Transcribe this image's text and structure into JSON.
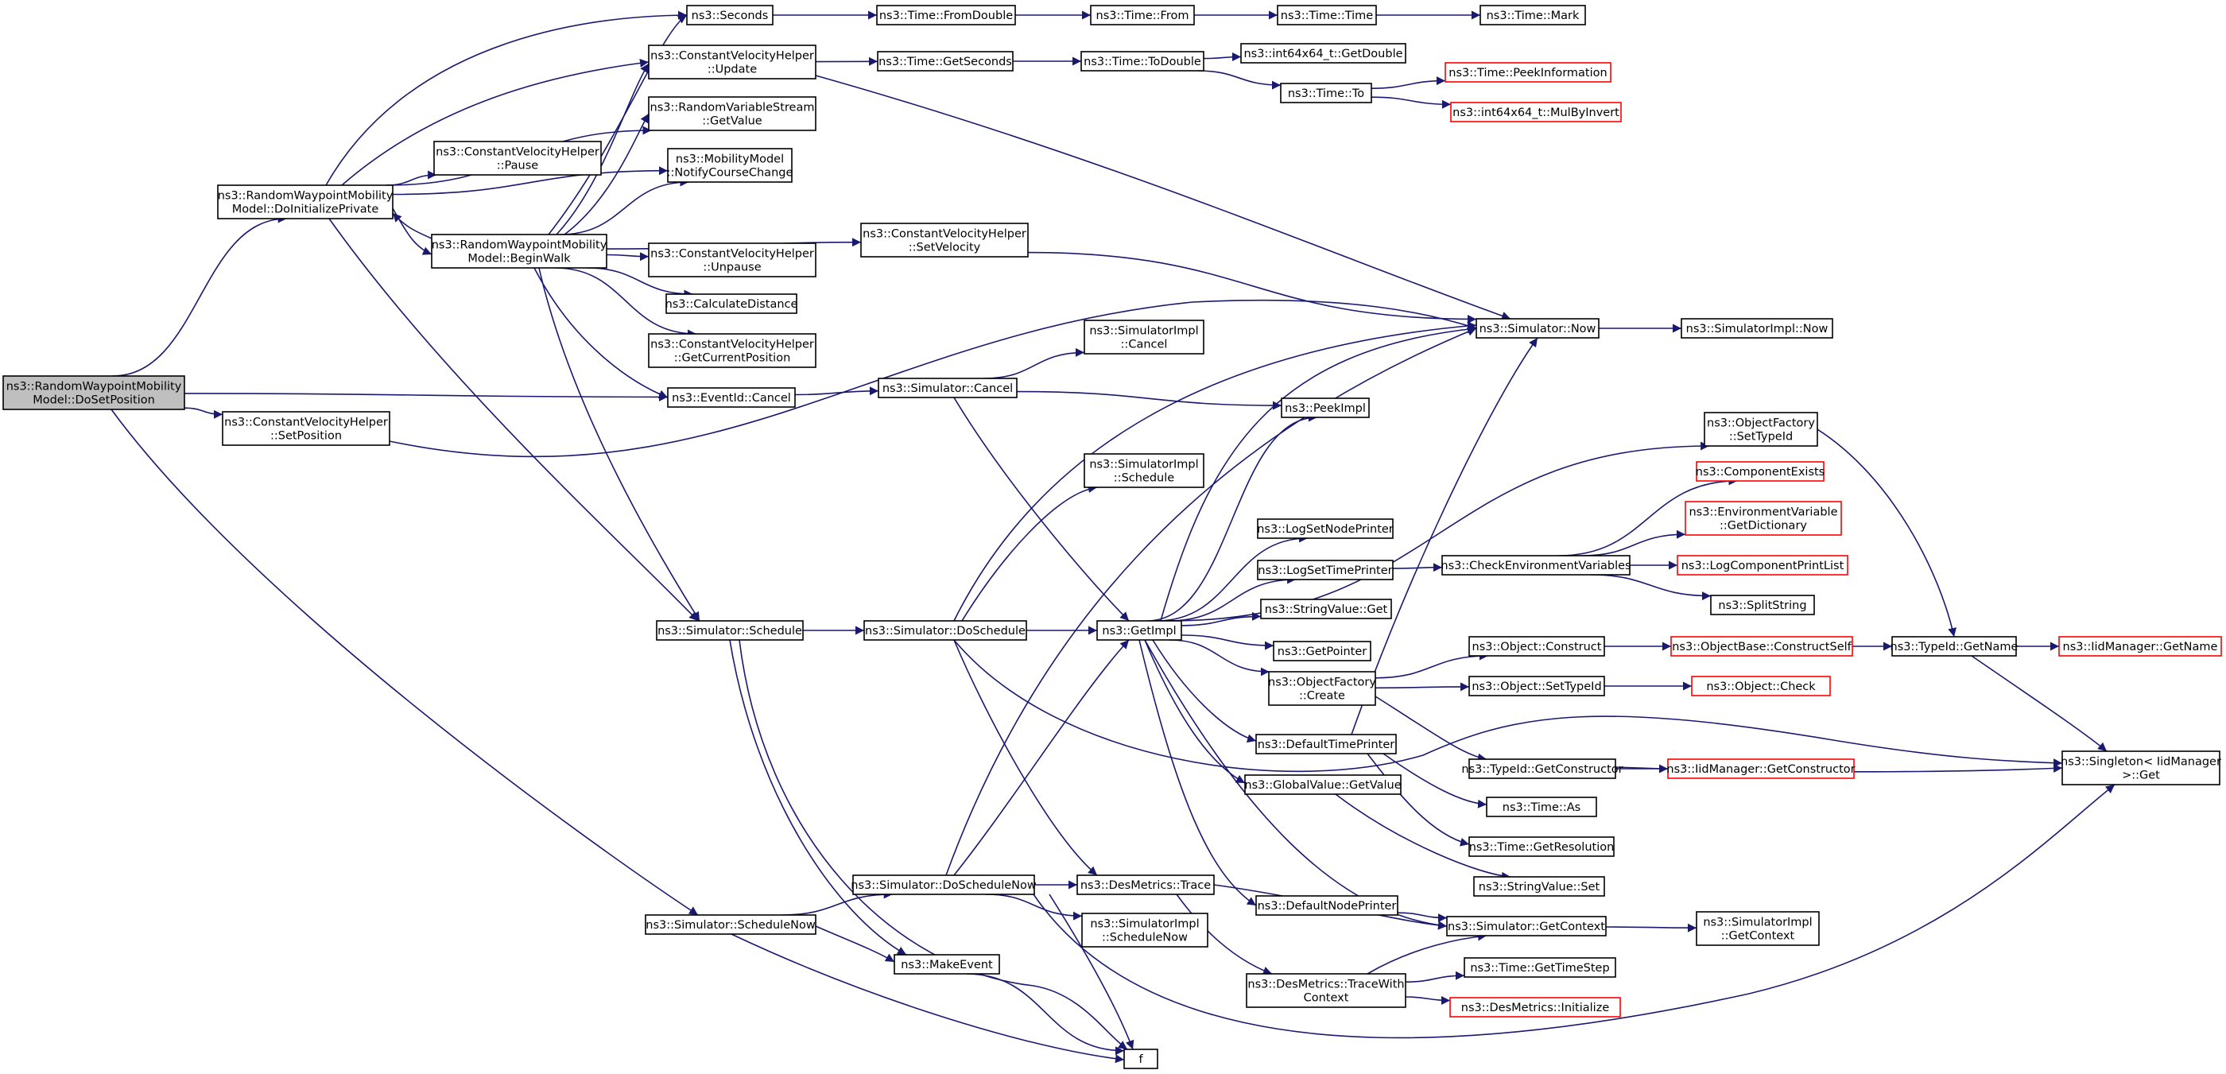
{
  "colors": {
    "edge": "#191970",
    "node_border": "#000000",
    "node_border_incomplete": "#ff0000",
    "root_fill": "#bfbfbf",
    "node_fill": "#ffffff"
  },
  "nodes": [
    {
      "id": "n0",
      "name": "node-randomwaypoint-dosetposition",
      "lines": [
        "ns3::RandomWaypointMobility",
        "Model::DoSetPosition"
      ],
      "root": true
    },
    {
      "id": "n1",
      "name": "node-randomwaypoint-doinitializeprivate",
      "lines": [
        "ns3::RandomWaypointMobility",
        "Model::DoInitializePrivate"
      ]
    },
    {
      "id": "n2",
      "name": "node-seconds",
      "lines": [
        "ns3::Seconds"
      ]
    },
    {
      "id": "n3",
      "name": "node-time-fromdouble",
      "lines": [
        "ns3::Time::FromDouble"
      ]
    },
    {
      "id": "n4",
      "name": "node-time-from",
      "lines": [
        "ns3::Time::From"
      ]
    },
    {
      "id": "n5",
      "name": "node-time-time",
      "lines": [
        "ns3::Time::Time"
      ]
    },
    {
      "id": "n6",
      "name": "node-time-mark",
      "lines": [
        "ns3::Time::Mark"
      ]
    },
    {
      "id": "n7",
      "name": "node-constantvelocityhelper-update",
      "lines": [
        "ns3::ConstantVelocityHelper",
        "::Update"
      ]
    },
    {
      "id": "n8",
      "name": "node-time-getseconds",
      "lines": [
        "ns3::Time::GetSeconds"
      ]
    },
    {
      "id": "n9",
      "name": "node-time-todouble",
      "lines": [
        "ns3::Time::ToDouble"
      ]
    },
    {
      "id": "n10",
      "name": "node-int64x64-getdouble",
      "lines": [
        "ns3::int64x64_t::GetDouble"
      ]
    },
    {
      "id": "n11",
      "name": "node-time-to",
      "lines": [
        "ns3::Time::To"
      ]
    },
    {
      "id": "n12",
      "name": "node-time-peekinformation",
      "lines": [
        "ns3::Time::PeekInformation"
      ],
      "red": true
    },
    {
      "id": "n13",
      "name": "node-int64x64-mulbyinvert",
      "lines": [
        "ns3::int64x64_t::MulByInvert"
      ],
      "red": true
    },
    {
      "id": "n14",
      "name": "node-randomvariablestream-getvalue",
      "lines": [
        "ns3::RandomVariableStream",
        "::GetValue"
      ]
    },
    {
      "id": "n15",
      "name": "node-constantvelocityhelper-pause",
      "lines": [
        "ns3::ConstantVelocityHelper",
        "::Pause"
      ]
    },
    {
      "id": "n16",
      "name": "node-mobilitymodel-notifycoursechange",
      "lines": [
        "ns3::MobilityModel",
        "::NotifyCourseChange"
      ]
    },
    {
      "id": "n17",
      "name": "node-randomwaypoint-beginwalk",
      "lines": [
        "ns3::RandomWaypointMobility",
        "Model::BeginWalk"
      ]
    },
    {
      "id": "n18",
      "name": "node-constantvelocityhelper-setvelocity",
      "lines": [
        "ns3::ConstantVelocityHelper",
        "::SetVelocity"
      ]
    },
    {
      "id": "n19",
      "name": "node-constantvelocityhelper-unpause",
      "lines": [
        "ns3::ConstantVelocityHelper",
        "::Unpause"
      ]
    },
    {
      "id": "n20",
      "name": "node-calculatedistance",
      "lines": [
        "ns3::CalculateDistance"
      ]
    },
    {
      "id": "n21",
      "name": "node-constantvelocityhelper-getcurrentposition",
      "lines": [
        "ns3::ConstantVelocityHelper",
        "::GetCurrentPosition"
      ]
    },
    {
      "id": "n22",
      "name": "node-simulator-now",
      "lines": [
        "ns3::Simulator::Now"
      ]
    },
    {
      "id": "n23",
      "name": "node-simulatorimpl-now",
      "lines": [
        "ns3::SimulatorImpl::Now"
      ]
    },
    {
      "id": "n24",
      "name": "node-simulatorimpl-cancel",
      "lines": [
        "ns3::SimulatorImpl",
        "::Cancel"
      ]
    },
    {
      "id": "n25",
      "name": "node-eventid-cancel",
      "lines": [
        "ns3::EventId::Cancel"
      ]
    },
    {
      "id": "n26",
      "name": "node-simulator-cancel",
      "lines": [
        "ns3::Simulator::Cancel"
      ]
    },
    {
      "id": "n27",
      "name": "node-peekimpl",
      "lines": [
        "ns3::PeekImpl"
      ]
    },
    {
      "id": "n28",
      "name": "node-constantvelocityhelper-setposition",
      "lines": [
        "ns3::ConstantVelocityHelper",
        "::SetPosition"
      ]
    },
    {
      "id": "n29",
      "name": "node-objectfactory-settypeid",
      "lines": [
        "ns3::ObjectFactory",
        "::SetTypeId"
      ]
    },
    {
      "id": "n30",
      "name": "node-simulatorimpl-schedule",
      "lines": [
        "ns3::SimulatorImpl",
        "::Schedule"
      ]
    },
    {
      "id": "n31",
      "name": "node-componentexists",
      "lines": [
        "ns3::ComponentExists"
      ],
      "red": true
    },
    {
      "id": "n32",
      "name": "node-environmentvariable-getdictionary",
      "lines": [
        "ns3::EnvironmentVariable",
        "::GetDictionary"
      ],
      "red": true
    },
    {
      "id": "n33",
      "name": "node-logsetnodeprinter",
      "lines": [
        "ns3::LogSetNodePrinter"
      ]
    },
    {
      "id": "n34",
      "name": "node-logsettimeprinter",
      "lines": [
        "ns3::LogSetTimePrinter"
      ]
    },
    {
      "id": "n35",
      "name": "node-checkenvironmentvariables",
      "lines": [
        "ns3::CheckEnvironmentVariables"
      ]
    },
    {
      "id": "n36",
      "name": "node-logcomponentprintlist",
      "lines": [
        "ns3::LogComponentPrintList"
      ],
      "red": true
    },
    {
      "id": "n37",
      "name": "node-stringvalue-get",
      "lines": [
        "ns3::StringValue::Get"
      ]
    },
    {
      "id": "n38",
      "name": "node-splitstring",
      "lines": [
        "ns3::SplitString"
      ]
    },
    {
      "id": "n39",
      "name": "node-simulator-schedule",
      "lines": [
        "ns3::Simulator::Schedule"
      ]
    },
    {
      "id": "n40",
      "name": "node-simulator-doschedule",
      "lines": [
        "ns3::Simulator::DoSchedule"
      ]
    },
    {
      "id": "n41",
      "name": "node-getimpl",
      "lines": [
        "ns3::GetImpl"
      ]
    },
    {
      "id": "n42",
      "name": "node-getpointer",
      "lines": [
        "ns3::GetPointer"
      ]
    },
    {
      "id": "n43",
      "name": "node-object-construct",
      "lines": [
        "ns3::Object::Construct"
      ]
    },
    {
      "id": "n44",
      "name": "node-objectbase-constructself",
      "lines": [
        "ns3::ObjectBase::ConstructSelf"
      ],
      "red": true
    },
    {
      "id": "n45",
      "name": "node-typeid-getname",
      "lines": [
        "ns3::TypeId::GetName"
      ]
    },
    {
      "id": "n46",
      "name": "node-iidmanager-getname",
      "lines": [
        "ns3::IidManager::GetName"
      ],
      "red": true
    },
    {
      "id": "n47",
      "name": "node-objectfactory-create",
      "lines": [
        "ns3::ObjectFactory",
        "::Create"
      ]
    },
    {
      "id": "n48",
      "name": "node-object-settypeid",
      "lines": [
        "ns3::Object::SetTypeId"
      ]
    },
    {
      "id": "n49",
      "name": "node-object-check",
      "lines": [
        "ns3::Object::Check"
      ],
      "red": true
    },
    {
      "id": "n50",
      "name": "node-defaulttimeprinter",
      "lines": [
        "ns3::DefaultTimePrinter"
      ]
    },
    {
      "id": "n51",
      "name": "node-singleton-iidmanager-get",
      "lines": [
        "ns3::Singleton< IidManager",
        " >::Get"
      ]
    },
    {
      "id": "n52",
      "name": "node-typeid-getconstructor",
      "lines": [
        "ns3::TypeId::GetConstructor"
      ]
    },
    {
      "id": "n53",
      "name": "node-iidmanager-getconstructor",
      "lines": [
        "ns3::IidManager::GetConstructor"
      ],
      "red": true
    },
    {
      "id": "n54",
      "name": "node-globalvalue-getvalue",
      "lines": [
        "ns3::GlobalValue::GetValue"
      ]
    },
    {
      "id": "n55",
      "name": "node-time-as",
      "lines": [
        "ns3::Time::As"
      ]
    },
    {
      "id": "n56",
      "name": "node-time-getresolution",
      "lines": [
        "ns3::Time::GetResolution"
      ]
    },
    {
      "id": "n57",
      "name": "node-simulator-doschedulenow",
      "lines": [
        "ns3::Simulator::DoScheduleNow"
      ]
    },
    {
      "id": "n58",
      "name": "node-desmetrics-trace",
      "lines": [
        "ns3::DesMetrics::Trace"
      ]
    },
    {
      "id": "n59",
      "name": "node-stringvalue-set",
      "lines": [
        "ns3::StringValue::Set"
      ]
    },
    {
      "id": "n60",
      "name": "node-simulator-schedulenow",
      "lines": [
        "ns3::Simulator::ScheduleNow"
      ]
    },
    {
      "id": "n61",
      "name": "node-simulatorimpl-schedulenow",
      "lines": [
        "ns3::SimulatorImpl",
        "::ScheduleNow"
      ]
    },
    {
      "id": "n62",
      "name": "node-defaultnodeprinter",
      "lines": [
        "ns3::DefaultNodePrinter"
      ]
    },
    {
      "id": "n63",
      "name": "node-simulator-getcontext",
      "lines": [
        "ns3::Simulator::GetContext"
      ]
    },
    {
      "id": "n64",
      "name": "node-simulatorimpl-getcontext",
      "lines": [
        "ns3::SimulatorImpl",
        "::GetContext"
      ]
    },
    {
      "id": "n65",
      "name": "node-makeevent",
      "lines": [
        "ns3::MakeEvent"
      ]
    },
    {
      "id": "n66",
      "name": "node-time-gettimestep",
      "lines": [
        "ns3::Time::GetTimeStep"
      ]
    },
    {
      "id": "n67",
      "name": "node-desmetrics-tracewithcontext",
      "lines": [
        "ns3::DesMetrics::TraceWith",
        "Context"
      ]
    },
    {
      "id": "n68",
      "name": "node-desmetrics-initialize",
      "lines": [
        "ns3::DesMetrics::Initialize"
      ],
      "red": true
    },
    {
      "id": "n69",
      "name": "node-f",
      "lines": [
        "f"
      ]
    }
  ],
  "edges": [
    [
      "n0",
      "n1"
    ],
    [
      "n0",
      "n25"
    ],
    [
      "n0",
      "n28"
    ],
    [
      "n0",
      "n60"
    ],
    [
      "n1",
      "n2"
    ],
    [
      "n1",
      "n7"
    ],
    [
      "n1",
      "n14"
    ],
    [
      "n1",
      "n15"
    ],
    [
      "n1",
      "n16"
    ],
    [
      "n1",
      "n17"
    ],
    [
      "n1",
      "n39"
    ],
    [
      "n2",
      "n3"
    ],
    [
      "n3",
      "n4"
    ],
    [
      "n4",
      "n5"
    ],
    [
      "n5",
      "n6"
    ],
    [
      "n7",
      "n8"
    ],
    [
      "n7",
      "n22"
    ],
    [
      "n8",
      "n9"
    ],
    [
      "n9",
      "n10"
    ],
    [
      "n9",
      "n11"
    ],
    [
      "n11",
      "n12"
    ],
    [
      "n11",
      "n13"
    ],
    [
      "n17",
      "n1"
    ],
    [
      "n17",
      "n2"
    ],
    [
      "n17",
      "n7"
    ],
    [
      "n17",
      "n14"
    ],
    [
      "n17",
      "n16"
    ],
    [
      "n17",
      "n18"
    ],
    [
      "n17",
      "n19"
    ],
    [
      "n17",
      "n20"
    ],
    [
      "n17",
      "n21"
    ],
    [
      "n17",
      "n25"
    ],
    [
      "n17",
      "n39"
    ],
    [
      "n18",
      "n22"
    ],
    [
      "n22",
      "n23"
    ],
    [
      "n25",
      "n26"
    ],
    [
      "n26",
      "n24"
    ],
    [
      "n26",
      "n27"
    ],
    [
      "n26",
      "n41"
    ],
    [
      "n28",
      "n22"
    ],
    [
      "n39",
      "n40"
    ],
    [
      "n39",
      "n65"
    ],
    [
      "n39",
      "n69"
    ],
    [
      "n40",
      "n30"
    ],
    [
      "n40",
      "n41"
    ],
    [
      "n40",
      "n22"
    ],
    [
      "n40",
      "n58"
    ],
    [
      "n40",
      "n51"
    ],
    [
      "n41",
      "n22"
    ],
    [
      "n41",
      "n27"
    ],
    [
      "n41",
      "n29"
    ],
    [
      "n41",
      "n33"
    ],
    [
      "n41",
      "n34"
    ],
    [
      "n41",
      "n37"
    ],
    [
      "n41",
      "n42"
    ],
    [
      "n41",
      "n47"
    ],
    [
      "n41",
      "n50"
    ],
    [
      "n41",
      "n54"
    ],
    [
      "n41",
      "n62"
    ],
    [
      "n41",
      "n63"
    ],
    [
      "n29",
      "n45"
    ],
    [
      "n34",
      "n35"
    ],
    [
      "n35",
      "n31"
    ],
    [
      "n35",
      "n32"
    ],
    [
      "n35",
      "n36"
    ],
    [
      "n35",
      "n38"
    ],
    [
      "n47",
      "n43"
    ],
    [
      "n47",
      "n48"
    ],
    [
      "n47",
      "n52"
    ],
    [
      "n43",
      "n44"
    ],
    [
      "n44",
      "n45"
    ],
    [
      "n45",
      "n46"
    ],
    [
      "n45",
      "n51"
    ],
    [
      "n48",
      "n49"
    ],
    [
      "n52",
      "n53"
    ],
    [
      "n52",
      "n51"
    ],
    [
      "n50",
      "n22"
    ],
    [
      "n50",
      "n55"
    ],
    [
      "n50",
      "n56"
    ],
    [
      "n54",
      "n59"
    ],
    [
      "n57",
      "n41"
    ],
    [
      "n57",
      "n22"
    ],
    [
      "n57",
      "n58"
    ],
    [
      "n57",
      "n61"
    ],
    [
      "n57",
      "n69"
    ],
    [
      "n57",
      "n51"
    ],
    [
      "n58",
      "n63"
    ],
    [
      "n58",
      "n67"
    ],
    [
      "n60",
      "n57"
    ],
    [
      "n60",
      "n65"
    ],
    [
      "n60",
      "n69"
    ],
    [
      "n62",
      "n63"
    ],
    [
      "n63",
      "n64"
    ],
    [
      "n67",
      "n63"
    ],
    [
      "n67",
      "n66"
    ],
    [
      "n67",
      "n68"
    ],
    [
      "n65",
      "n69"
    ]
  ]
}
